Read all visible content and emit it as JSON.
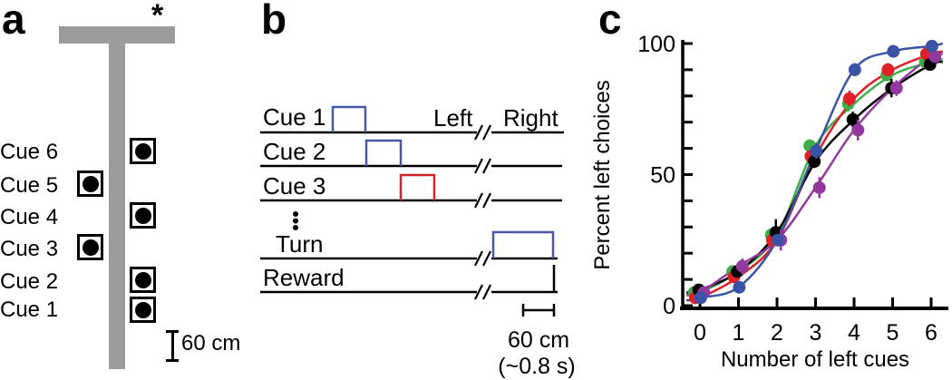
{
  "panels": {
    "a": "a",
    "b": "b",
    "c": "c"
  },
  "panel_a": {
    "asterisk": "*",
    "maze_color": "#9b9b9b",
    "cue_labels": [
      "Cue 6",
      "Cue 5",
      "Cue 4",
      "Cue 3",
      "Cue 2",
      "Cue 1"
    ],
    "scale_label": "60 cm"
  },
  "panel_b": {
    "row_labels": [
      "Cue 1",
      "Cue 2",
      "Cue 3",
      "Turn",
      "Reward"
    ],
    "left_label": "Left",
    "right_label": "Right",
    "left_color": "#d5232b",
    "right_color": "#4658a8",
    "pulse_blue": "#4658a8",
    "pulse_red": "#d5232b",
    "scale_label_distance": "60 cm",
    "scale_label_time": "(~0.8 s)"
  },
  "chart_data": {
    "type": "scatter",
    "curve_style": "sigmoid fit through points",
    "title": "",
    "xlabel": "Number of left cues",
    "ylabel": "Percent left choices",
    "x": [
      0,
      1,
      2,
      3,
      4,
      5,
      6
    ],
    "xtick_labels": [
      "0",
      "1",
      "2",
      "3",
      "4",
      "5",
      "6"
    ],
    "ylim": [
      0,
      100
    ],
    "ytick_labels": [
      {
        "label": "100",
        "value": 100
      },
      {
        "label": "50",
        "value": 50
      },
      {
        "label": "0",
        "value": 0
      }
    ],
    "ytick_minor_step": 10,
    "grid": false,
    "legend": "none",
    "series": [
      {
        "name": "green",
        "color": "#3fae49",
        "values": [
          5,
          13,
          27,
          61,
          77,
          88,
          93
        ],
        "err": [
          1,
          2,
          2,
          2.5,
          3,
          2,
          1
        ],
        "jitter": -0.15
      },
      {
        "name": "red",
        "color": "#e01f26",
        "values": [
          3,
          11,
          25,
          57,
          79,
          90,
          96
        ],
        "err": [
          1,
          2,
          2,
          2,
          3,
          2.5,
          1
        ],
        "jitter": -0.12
      },
      {
        "name": "black",
        "color": "#000000",
        "values": [
          6,
          13,
          28,
          55,
          71,
          83,
          92
        ],
        "err": [
          1.5,
          2,
          5,
          2.5,
          3,
          3.5,
          1.5
        ],
        "jitter": -0.03
      },
      {
        "name": "purple",
        "color": "#93399e",
        "values": [
          5,
          15,
          25,
          45,
          67,
          83,
          95
        ],
        "err": [
          1,
          3,
          4,
          4,
          4,
          3,
          1.5
        ],
        "jitter": 0.1
      },
      {
        "name": "blue",
        "color": "#3a53a4",
        "values": [
          3,
          7,
          25,
          59,
          90,
          97,
          99
        ],
        "err": [
          1,
          2,
          2,
          3,
          2.5,
          1.5,
          1
        ],
        "jitter": 0.02
      }
    ]
  }
}
